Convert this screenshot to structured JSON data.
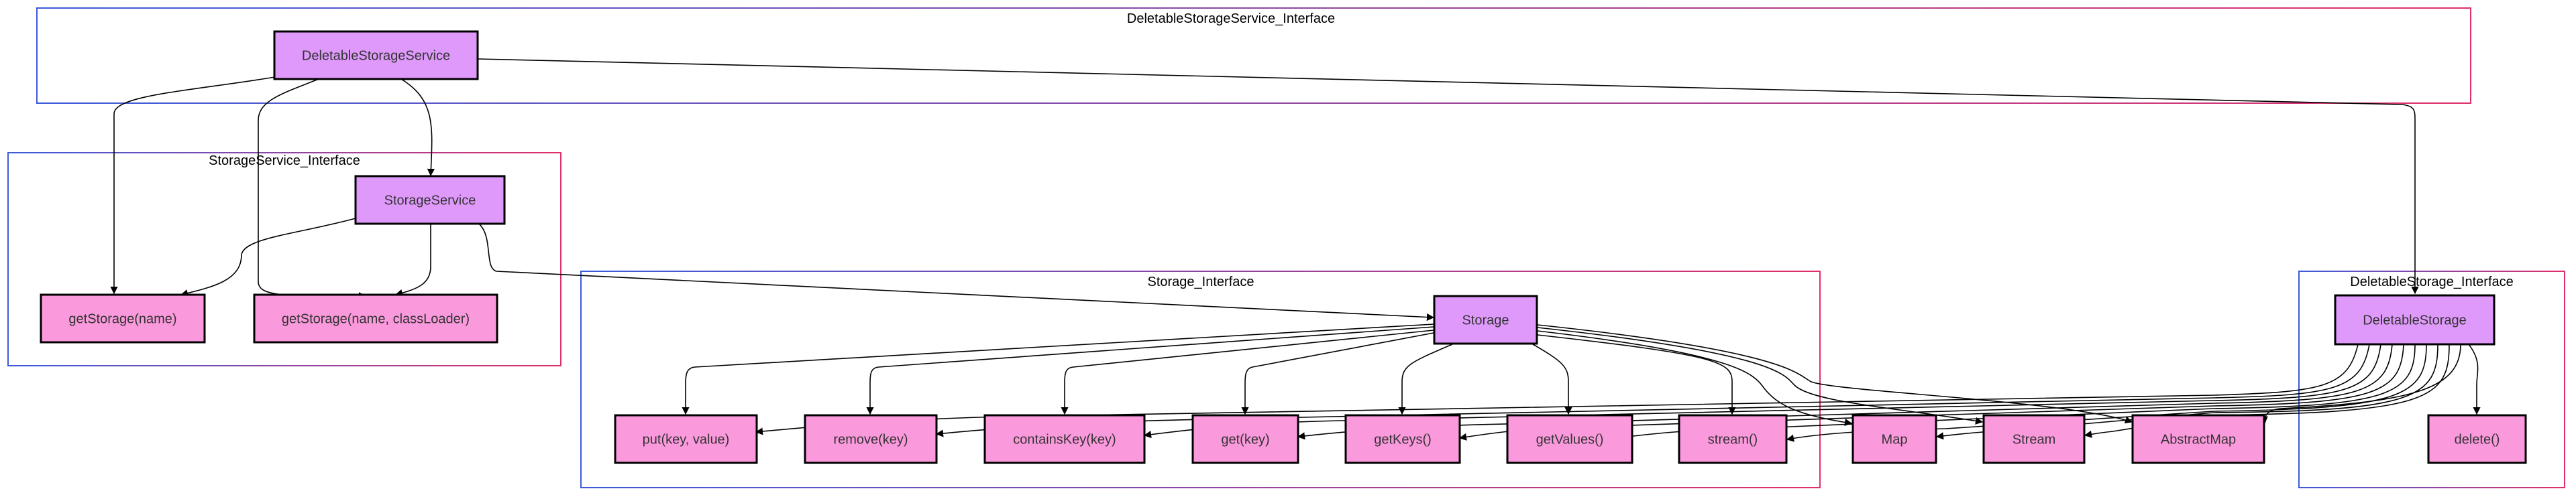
{
  "colors": {
    "service_fill": "#df99fb",
    "method_fill": "#fb99dd",
    "group_border_start": "#3b5bdb",
    "group_border_end": "#e0306a",
    "edge": "#000000"
  },
  "groups": [
    {
      "id": "g1",
      "title": "DeletableStorageService_Interface"
    },
    {
      "id": "g2",
      "title": "StorageService_Interface"
    },
    {
      "id": "g3",
      "title": "Storage_Interface"
    },
    {
      "id": "g4",
      "title": "DeletableStorage_Interface"
    }
  ],
  "nodes": [
    {
      "id": "dss",
      "label": "DeletableStorageService",
      "kind": "service"
    },
    {
      "id": "ss",
      "label": "StorageService",
      "kind": "service"
    },
    {
      "id": "gs1",
      "label": "getStorage(name)",
      "kind": "method"
    },
    {
      "id": "gs2",
      "label": "getStorage(name, classLoader)",
      "kind": "method"
    },
    {
      "id": "st",
      "label": "Storage",
      "kind": "service"
    },
    {
      "id": "put",
      "label": "put(key, value)",
      "kind": "method"
    },
    {
      "id": "rem",
      "label": "remove(key)",
      "kind": "method"
    },
    {
      "id": "ck",
      "label": "containsKey(key)",
      "kind": "method"
    },
    {
      "id": "get",
      "label": "get(key)",
      "kind": "method"
    },
    {
      "id": "gk",
      "label": "getKeys()",
      "kind": "method"
    },
    {
      "id": "gv",
      "label": "getValues()",
      "kind": "method"
    },
    {
      "id": "str",
      "label": "stream()",
      "kind": "method"
    },
    {
      "id": "map",
      "label": "Map",
      "kind": "method"
    },
    {
      "id": "stm",
      "label": "Stream",
      "kind": "method"
    },
    {
      "id": "am",
      "label": "AbstractMap",
      "kind": "method"
    },
    {
      "id": "ds",
      "label": "DeletableStorage",
      "kind": "service"
    },
    {
      "id": "del",
      "label": "delete()",
      "kind": "method"
    }
  ],
  "edges": [
    {
      "from": "dss",
      "to": "ss"
    },
    {
      "from": "dss",
      "to": "gs1"
    },
    {
      "from": "dss",
      "to": "gs2"
    },
    {
      "from": "dss",
      "to": "ds"
    },
    {
      "from": "ss",
      "to": "gs1"
    },
    {
      "from": "ss",
      "to": "gs2"
    },
    {
      "from": "ss",
      "to": "st"
    },
    {
      "from": "st",
      "to": "put"
    },
    {
      "from": "st",
      "to": "rem"
    },
    {
      "from": "st",
      "to": "ck"
    },
    {
      "from": "st",
      "to": "get"
    },
    {
      "from": "st",
      "to": "gk"
    },
    {
      "from": "st",
      "to": "gv"
    },
    {
      "from": "st",
      "to": "str"
    },
    {
      "from": "st",
      "to": "map"
    },
    {
      "from": "st",
      "to": "stm"
    },
    {
      "from": "st",
      "to": "am"
    },
    {
      "from": "ds",
      "to": "put"
    },
    {
      "from": "ds",
      "to": "rem"
    },
    {
      "from": "ds",
      "to": "ck"
    },
    {
      "from": "ds",
      "to": "get"
    },
    {
      "from": "ds",
      "to": "gk"
    },
    {
      "from": "ds",
      "to": "gv"
    },
    {
      "from": "ds",
      "to": "str"
    },
    {
      "from": "ds",
      "to": "map"
    },
    {
      "from": "ds",
      "to": "stm"
    },
    {
      "from": "ds",
      "to": "am"
    },
    {
      "from": "ds",
      "to": "del"
    }
  ]
}
